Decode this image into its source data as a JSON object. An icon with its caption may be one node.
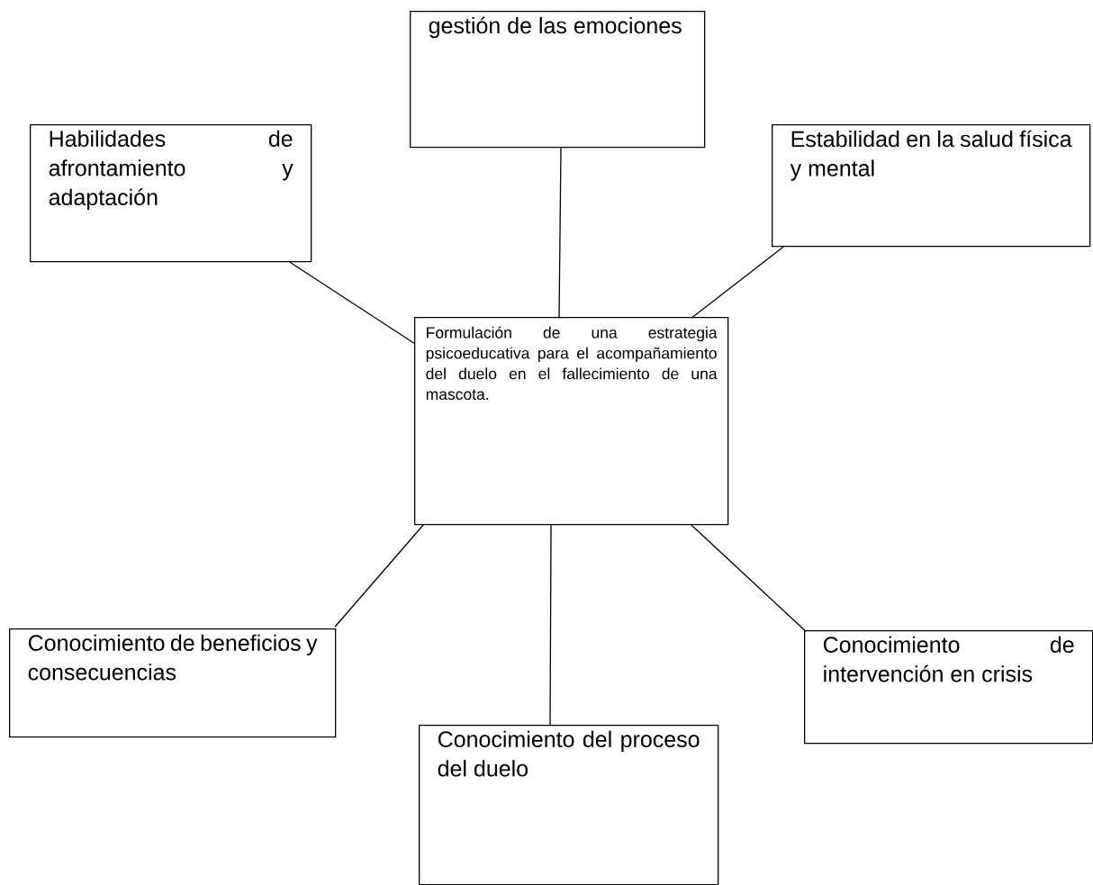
{
  "diagram": {
    "nodes": [
      {
        "text": [
          "gestión de las emociones"
        ]
      },
      {
        "text": [
          "Habilidades de afrontamiento y adaptación"
        ]
      },
      {
        "text": [
          "Estabilidad en la salud física y mental"
        ]
      },
      {
        "text": [
          "Formulación de una estrategia psicoeducativa para el acompañamiento del duelo en el fallecimiento de una mascota."
        ]
      },
      {
        "text": [
          "Conocimiento de beneficios y consecuencias"
        ]
      },
      {
        "text": [
          "Conocimiento del proceso del duelo"
        ]
      },
      {
        "text": [
          "Conocimiento de intervención en crisis"
        ]
      }
    ],
    "edges": [
      {
        "from": 3,
        "to": 0,
        "arrow": "none"
      },
      {
        "from": 3,
        "to": 1,
        "arrow": "none"
      },
      {
        "from": 3,
        "to": 2,
        "arrow": "none"
      },
      {
        "from": 3,
        "to": 4,
        "arrow": "none"
      },
      {
        "from": 3,
        "to": 5,
        "arrow": "none"
      },
      {
        "from": 3,
        "to": 6,
        "arrow": "none"
      }
    ]
  }
}
